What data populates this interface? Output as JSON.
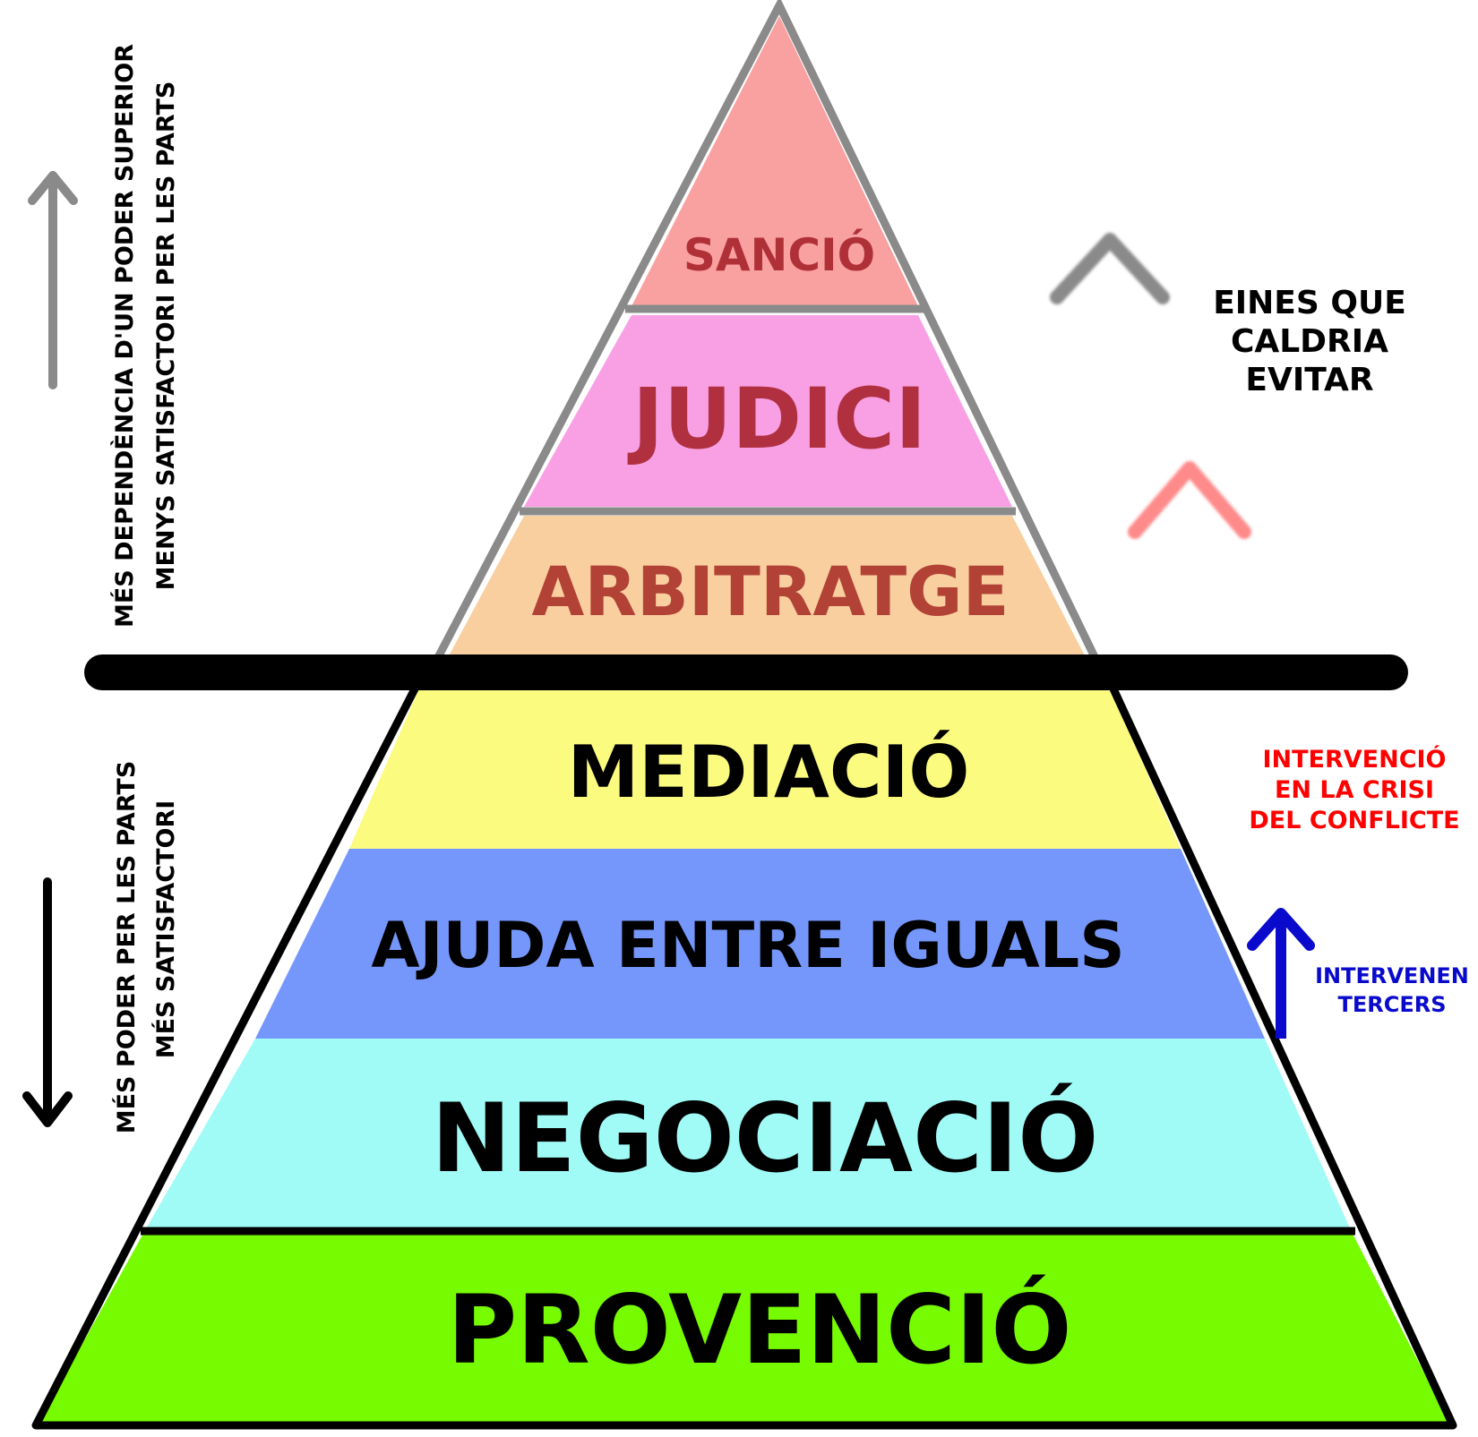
{
  "levels": [
    {
      "label": "SANCIÓ",
      "fill": "#f9a0a0",
      "text_color": "#b03038"
    },
    {
      "label": "JUDICI",
      "fill": "#f9a0e4",
      "text_color": "#b03040"
    },
    {
      "label": "ARBITRATGE",
      "fill": "#f9cfa0",
      "text_color": "#b34236"
    },
    {
      "label": "MEDIACIÓ",
      "fill": "#fbfb80",
      "text_color": "#000000"
    },
    {
      "label": "AJUDA ENTRE IGUALS",
      "fill": "#7597fc",
      "text_color": "#000000"
    },
    {
      "label": "NEGOCIACIÓ",
      "fill": "#a0fbf7",
      "text_color": "#000000"
    },
    {
      "label": "PROVENCIÓ",
      "fill": "#77fb00",
      "text_color": "#000000"
    }
  ],
  "side_text": {
    "top_line1": "MÉS DEPENDÈNCIA D'UN PODER SUPERIOR",
    "top_line2": "MENYS SATISFACTORI PER LES PARTS",
    "bottom_line1": "MÉS PODER PER LES PARTS",
    "bottom_line2": "MÉS SATISFACTORI"
  },
  "annotations": {
    "avoid": [
      "EINES QUE",
      "CALDRIA",
      "EVITAR"
    ],
    "crisis": [
      "INTERVENCIÓ",
      "EN LA CRISI",
      "DEL CONFLICTE"
    ],
    "third_parties": [
      "INTERVENEN",
      "TERCERS"
    ]
  },
  "colors": {
    "upper_outline": "#8a8a8a",
    "lower_outline": "#000000",
    "crisis_red": "#ff0000",
    "third_party_blue": "#0000cc",
    "avoid_gray": "#8a8a8a"
  }
}
